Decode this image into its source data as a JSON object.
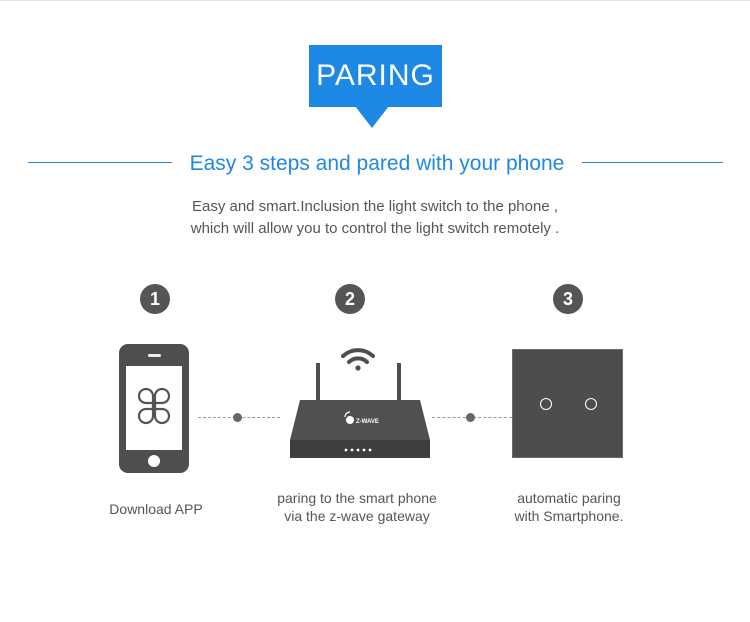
{
  "badge": {
    "label": "PARING"
  },
  "headline": "Easy 3 steps and pared with your phone",
  "description": {
    "line1": "Easy and smart.Inclusion the light switch to the phone ,",
    "line2": "which will allow you to control the light switch remotely ."
  },
  "steps": [
    {
      "number": "1",
      "caption_line1": "Download APP",
      "caption_line2": "",
      "icon": "smartphone-icon"
    },
    {
      "number": "2",
      "caption_line1": "paring to the smart phone",
      "caption_line2": "via the z-wave gateway",
      "icon": "router-icon",
      "logo_text": "Z-WAVE"
    },
    {
      "number": "3",
      "caption_line1": "automatic paring",
      "caption_line2": "with Smartphone.",
      "icon": "light-switch-icon"
    }
  ],
  "colors": {
    "accent": "#1e88e5",
    "dark": "#4e4e4e",
    "text": "#555555"
  }
}
